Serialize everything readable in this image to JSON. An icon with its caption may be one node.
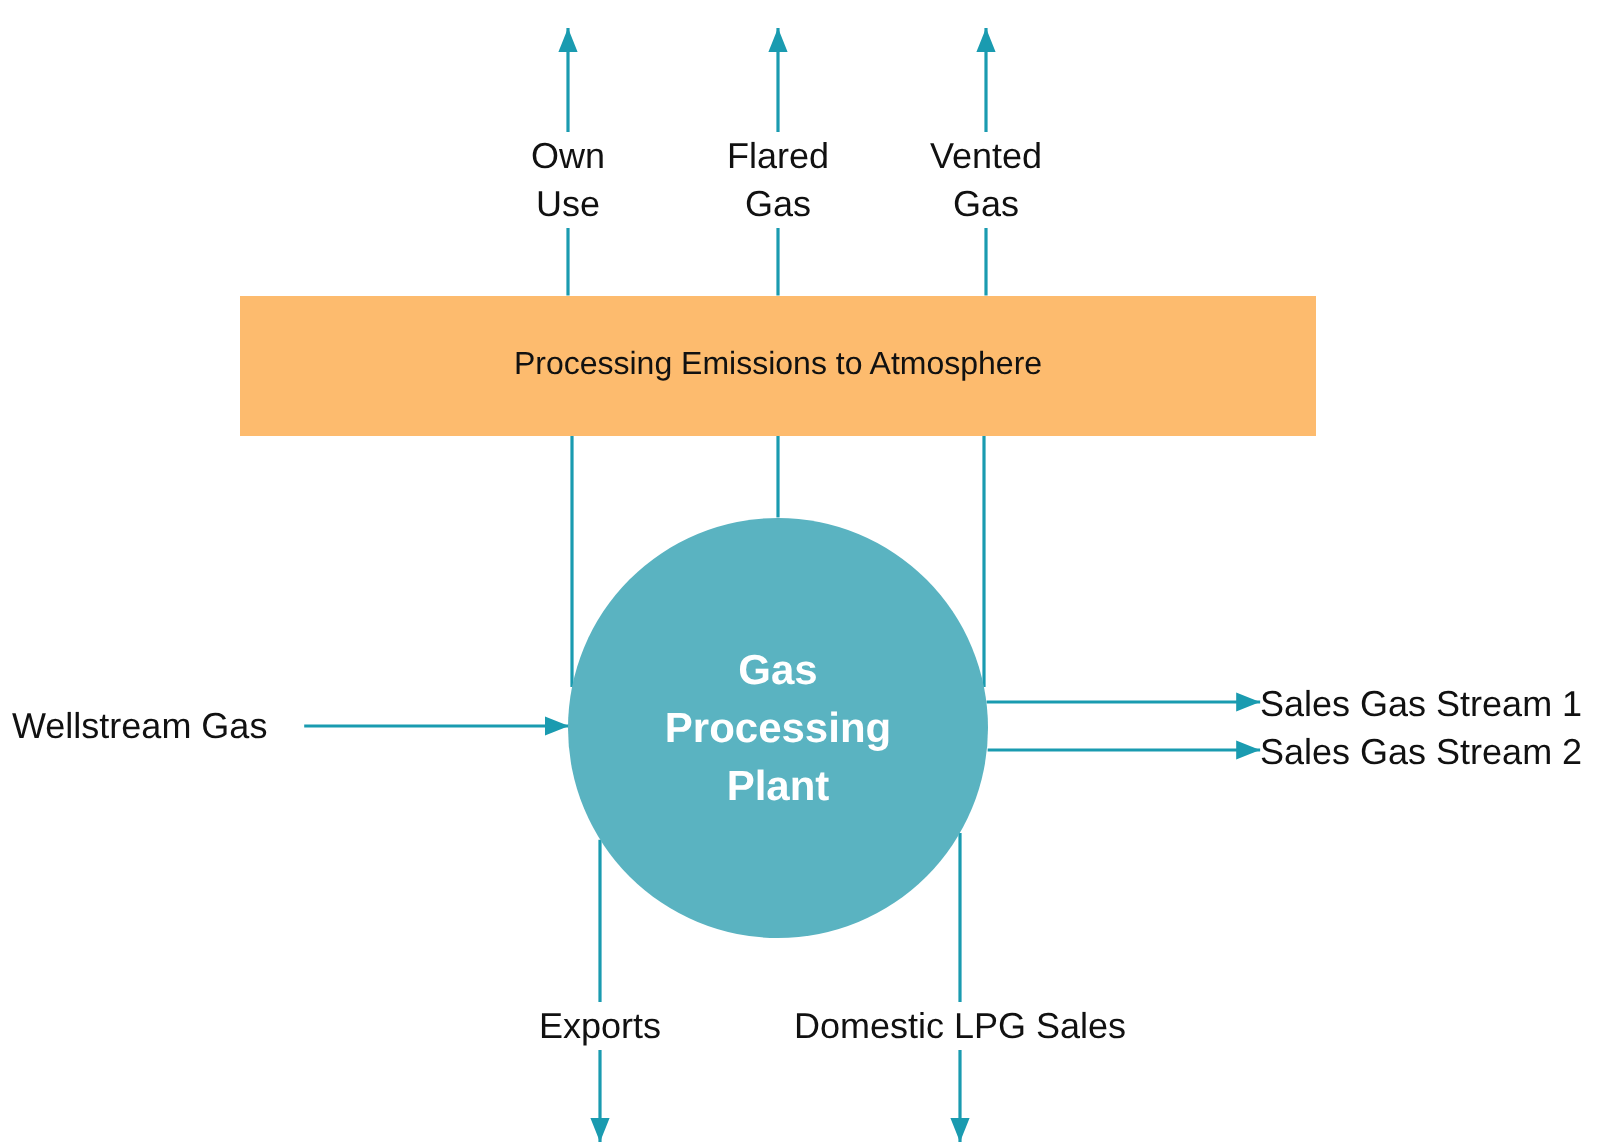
{
  "diagram": {
    "nodes": [
      {
        "text": [
          "Processing Emissions to Atmosphere"
        ]
      },
      {
        "text": [
          "Wellstream Gas"
        ]
      },
      {
        "text": [
          "Gas Processing Plant"
        ]
      },
      {
        "text": [
          "Sales Gas Stream 1"
        ]
      },
      {
        "text": [
          "Sales Gas Stream 2"
        ]
      }
    ],
    "edges": [
      {
        "from": 2,
        "to": 0,
        "arrow": "none"
      },
      {
        "from": 2,
        "to": 0,
        "arrow": "none"
      },
      {
        "from": 2,
        "to": 0,
        "arrow": "none"
      },
      {
        "from": 0,
        "to": null,
        "arrow": "to",
        "label": "Own Use"
      },
      {
        "from": 0,
        "to": null,
        "arrow": "to",
        "label": "Flared Gas"
      },
      {
        "from": 0,
        "to": null,
        "arrow": "to",
        "label": "Vented Gas"
      },
      {
        "from": 1,
        "to": 2,
        "arrow": "to"
      },
      {
        "from": 2,
        "to": 3,
        "arrow": "to"
      },
      {
        "from": 2,
        "to": 4,
        "arrow": "to"
      },
      {
        "from": 2,
        "to": null,
        "arrow": "to",
        "label": "Exports"
      },
      {
        "from": 2,
        "to": null,
        "arrow": "to",
        "label": "Domestic LPG Sales"
      }
    ]
  }
}
